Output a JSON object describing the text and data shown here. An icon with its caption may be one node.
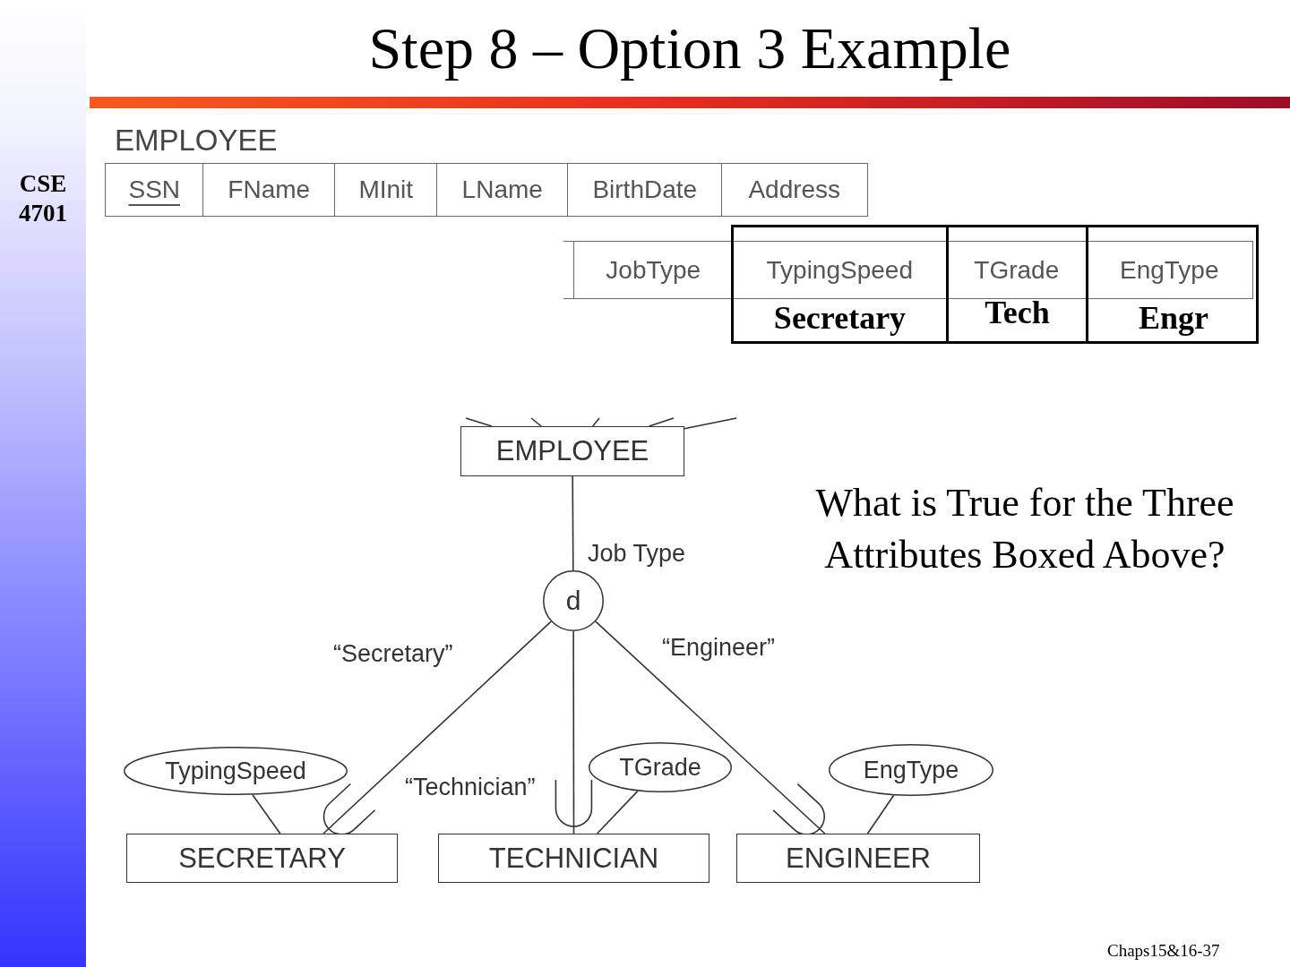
{
  "diagram": {
    "title": "Step 8 – Option 3 Example",
    "nodes": [
      {
        "text": [
          "EMPLOYEE"
        ]
      },
      {
        "text": [
          "d"
        ]
      },
      {
        "text": [
          "TypingSpeed"
        ]
      },
      {
        "text": [
          "TGrade"
        ]
      },
      {
        "text": [
          "EngType"
        ]
      },
      {
        "text": [
          "SECRETARY"
        ]
      },
      {
        "text": [
          "TECHNICIAN"
        ]
      },
      {
        "text": [
          "ENGINEER"
        ]
      }
    ],
    "edges": [
      {
        "from": 0,
        "to": null,
        "arrow": "none"
      },
      {
        "from": 0,
        "to": null,
        "arrow": "none"
      },
      {
        "from": 0,
        "to": null,
        "arrow": "none"
      },
      {
        "from": 0,
        "to": null,
        "arrow": "none"
      },
      {
        "from": 0,
        "to": null,
        "arrow": "none"
      },
      {
        "from": 0,
        "to": 1,
        "arrow": "none",
        "label": "Job Type"
      },
      {
        "from": 1,
        "to": 5,
        "arrow": "to",
        "label": "“Secretary”"
      },
      {
        "from": 1,
        "to": 6,
        "arrow": "to",
        "label": "“Technician”"
      },
      {
        "from": 1,
        "to": 7,
        "arrow": "to",
        "label": "“Engineer”"
      },
      {
        "from": 5,
        "to": 2,
        "arrow": "none"
      },
      {
        "from": 6,
        "to": 3,
        "arrow": "none"
      },
      {
        "from": 7,
        "to": 4,
        "arrow": "none"
      }
    ],
    "labels": [
      "CSE 4701",
      "EMPLOYEE",
      "SSN",
      "FName",
      "MInit",
      "LName",
      "BirthDate",
      "Address",
      "JobType",
      "TypingSpeed",
      "TGrade",
      "EngType",
      "Secretary",
      "Tech",
      "Engr",
      "What is True for the Three Attributes Boxed Above?",
      "Chaps15&16-37"
    ]
  }
}
